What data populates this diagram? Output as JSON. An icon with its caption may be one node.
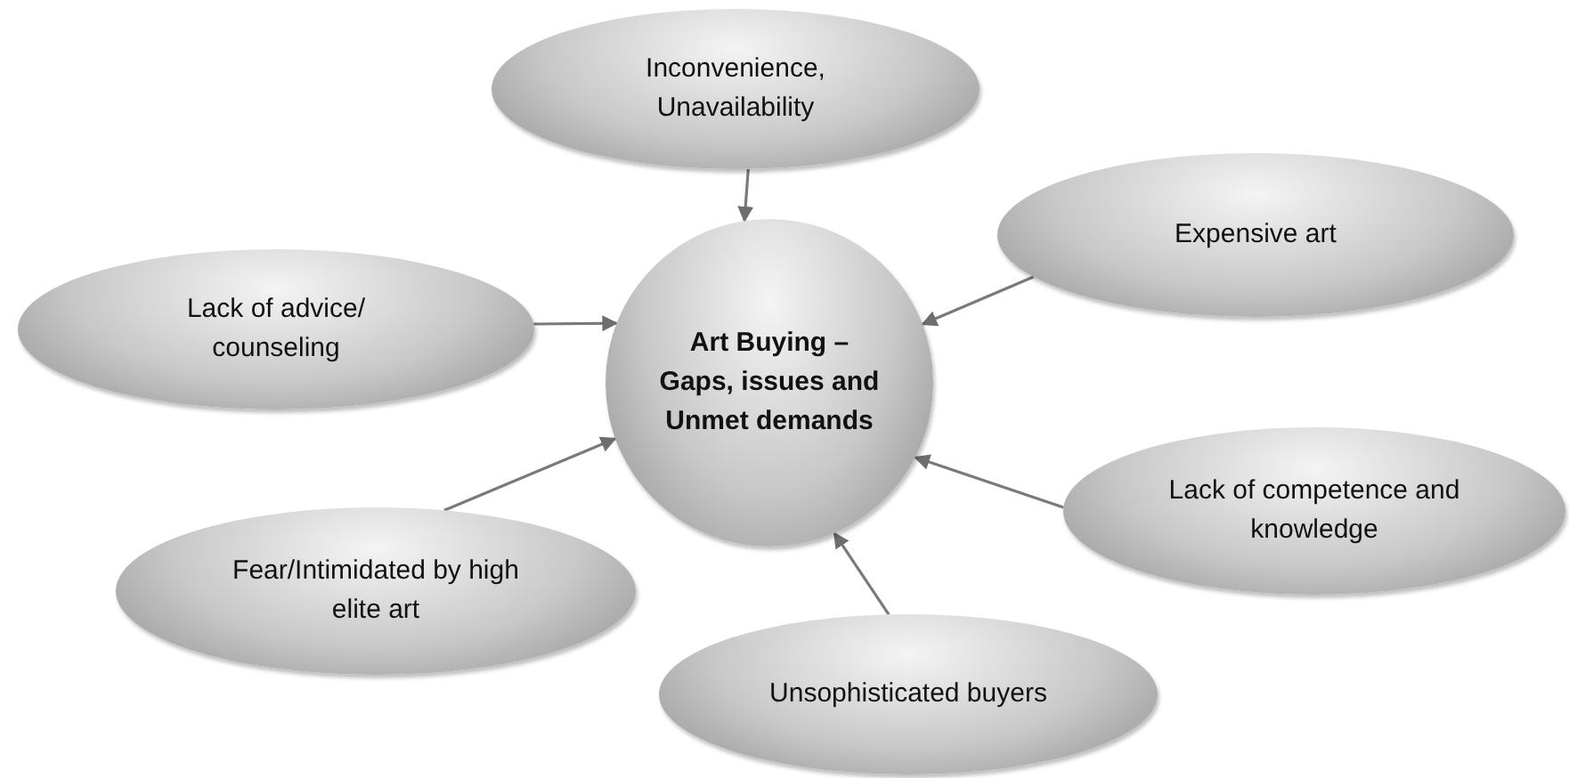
{
  "diagram": {
    "nodes": [
      {
        "text": [
          "Inconvenience, Unavailability"
        ]
      },
      {
        "text": [
          "Expensive art"
        ]
      },
      {
        "text": [
          "Lack of advice/ counseling"
        ]
      },
      {
        "text": [
          "Art Buying – Gaps, issues and Unmet demands"
        ]
      },
      {
        "text": [
          "Lack of competence and knowledge"
        ]
      },
      {
        "text": [
          "Fear/Intimidated by high elite art"
        ]
      },
      {
        "text": [
          "Unsophisticated buyers"
        ]
      }
    ],
    "edges": [
      {
        "from": 0,
        "to": 3,
        "arrow": "to"
      },
      {
        "from": 1,
        "to": 3,
        "arrow": "to"
      },
      {
        "from": 2,
        "to": 3,
        "arrow": "to"
      },
      {
        "from": 4,
        "to": 3,
        "arrow": "to"
      },
      {
        "from": 5,
        "to": 3,
        "arrow": "to"
      },
      {
        "from": 6,
        "to": 3,
        "arrow": "to"
      }
    ]
  }
}
